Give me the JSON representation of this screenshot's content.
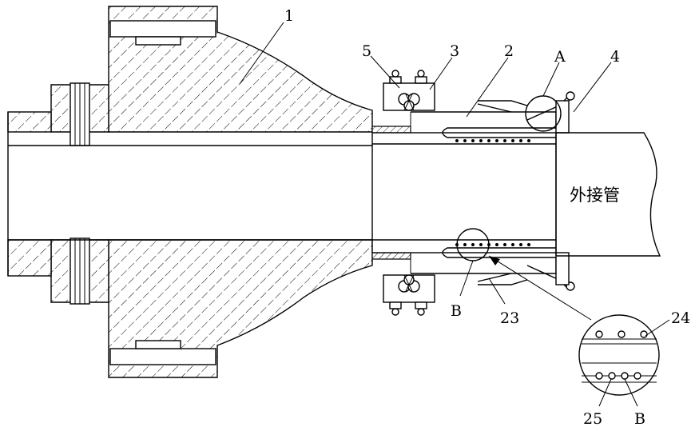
{
  "labels": {
    "part_1": "1",
    "part_2": "2",
    "part_3": "3",
    "part_4": "4",
    "part_5": "5",
    "detail_a": "A",
    "detail_b": "B",
    "detail_b_view": "B",
    "part_23": "23",
    "part_24": "24",
    "part_25": "25",
    "external_pipe": "外接管"
  }
}
